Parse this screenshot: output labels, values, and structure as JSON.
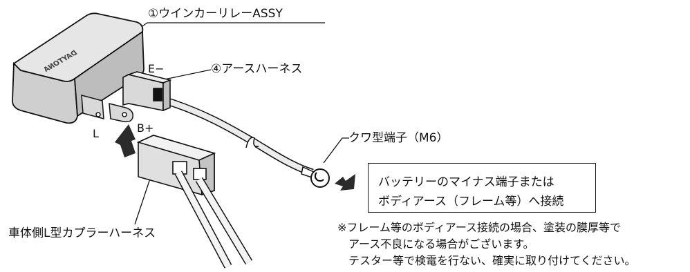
{
  "callouts": {
    "relay_assy": "①ウインカーリレーASSY",
    "earth_harness": "④アースハーネス",
    "ring_terminal": "クワ型端子（M6）",
    "coupler_harness": "車体側L型カプラーハーネス"
  },
  "terminal_labels": {
    "e_minus": "E−",
    "b_plus": "B+",
    "l": "L"
  },
  "relay_logo": "DAYTONA",
  "instruction_box": {
    "line1": "バッテリーのマイナス端子または",
    "line2": "ボディアース（フレーム等）へ接続"
  },
  "note": {
    "line1": "※フレーム等のボディアース接続の場合、塗装の膜厚等で",
    "line2": "アース不良になる場合がございます。",
    "line3": "テスター等で検電を行ない、確実に取り付けてください。"
  },
  "colors": {
    "ink": "#111111",
    "relay_top": "#e6e6e6",
    "relay_front": "#cfcfcf",
    "relay_side": "#bdbdbd",
    "connector_gray": "#d9d9d9",
    "arrow_dark": "#2b2b2b"
  }
}
